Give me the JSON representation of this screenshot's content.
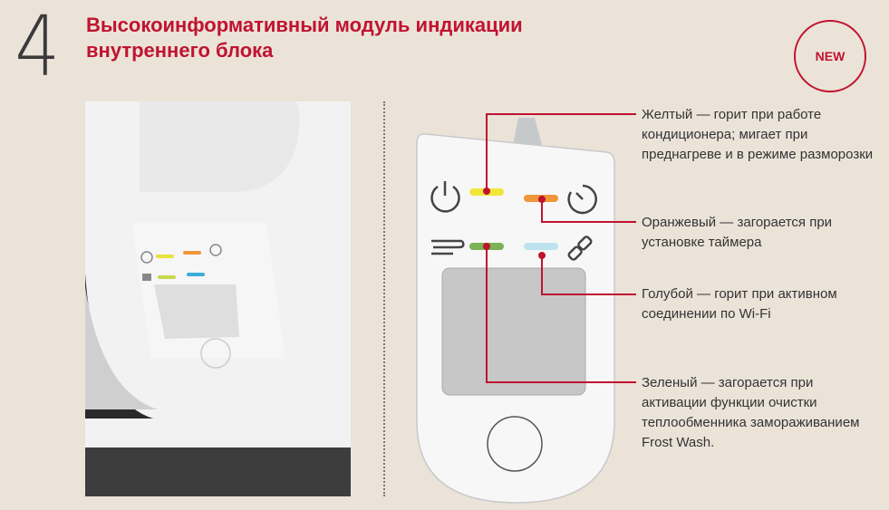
{
  "section_number": "4",
  "title": "Высокоинформативный модуль индикации внутреннего блока",
  "badge": "NEW",
  "captions": [
    {
      "color_name": "yellow",
      "color": "#f2e53a",
      "text": "Желтый — горит при работе кондиционера; мигает при преднагреве и в режиме разморозки"
    },
    {
      "color_name": "orange",
      "color": "#f0963a",
      "text": "Оранжевый — загорается при установке таймера"
    },
    {
      "color_name": "blue",
      "color": "#bfe2ef",
      "text": "Голубой — горит при активном соединении по Wi-Fi"
    },
    {
      "color_name": "green",
      "color": "#7ab356",
      "text": "Зеленый — загорается при активации функции очистки теплообменника замораживанием Frost Wash."
    }
  ],
  "accent": "#c0132f"
}
